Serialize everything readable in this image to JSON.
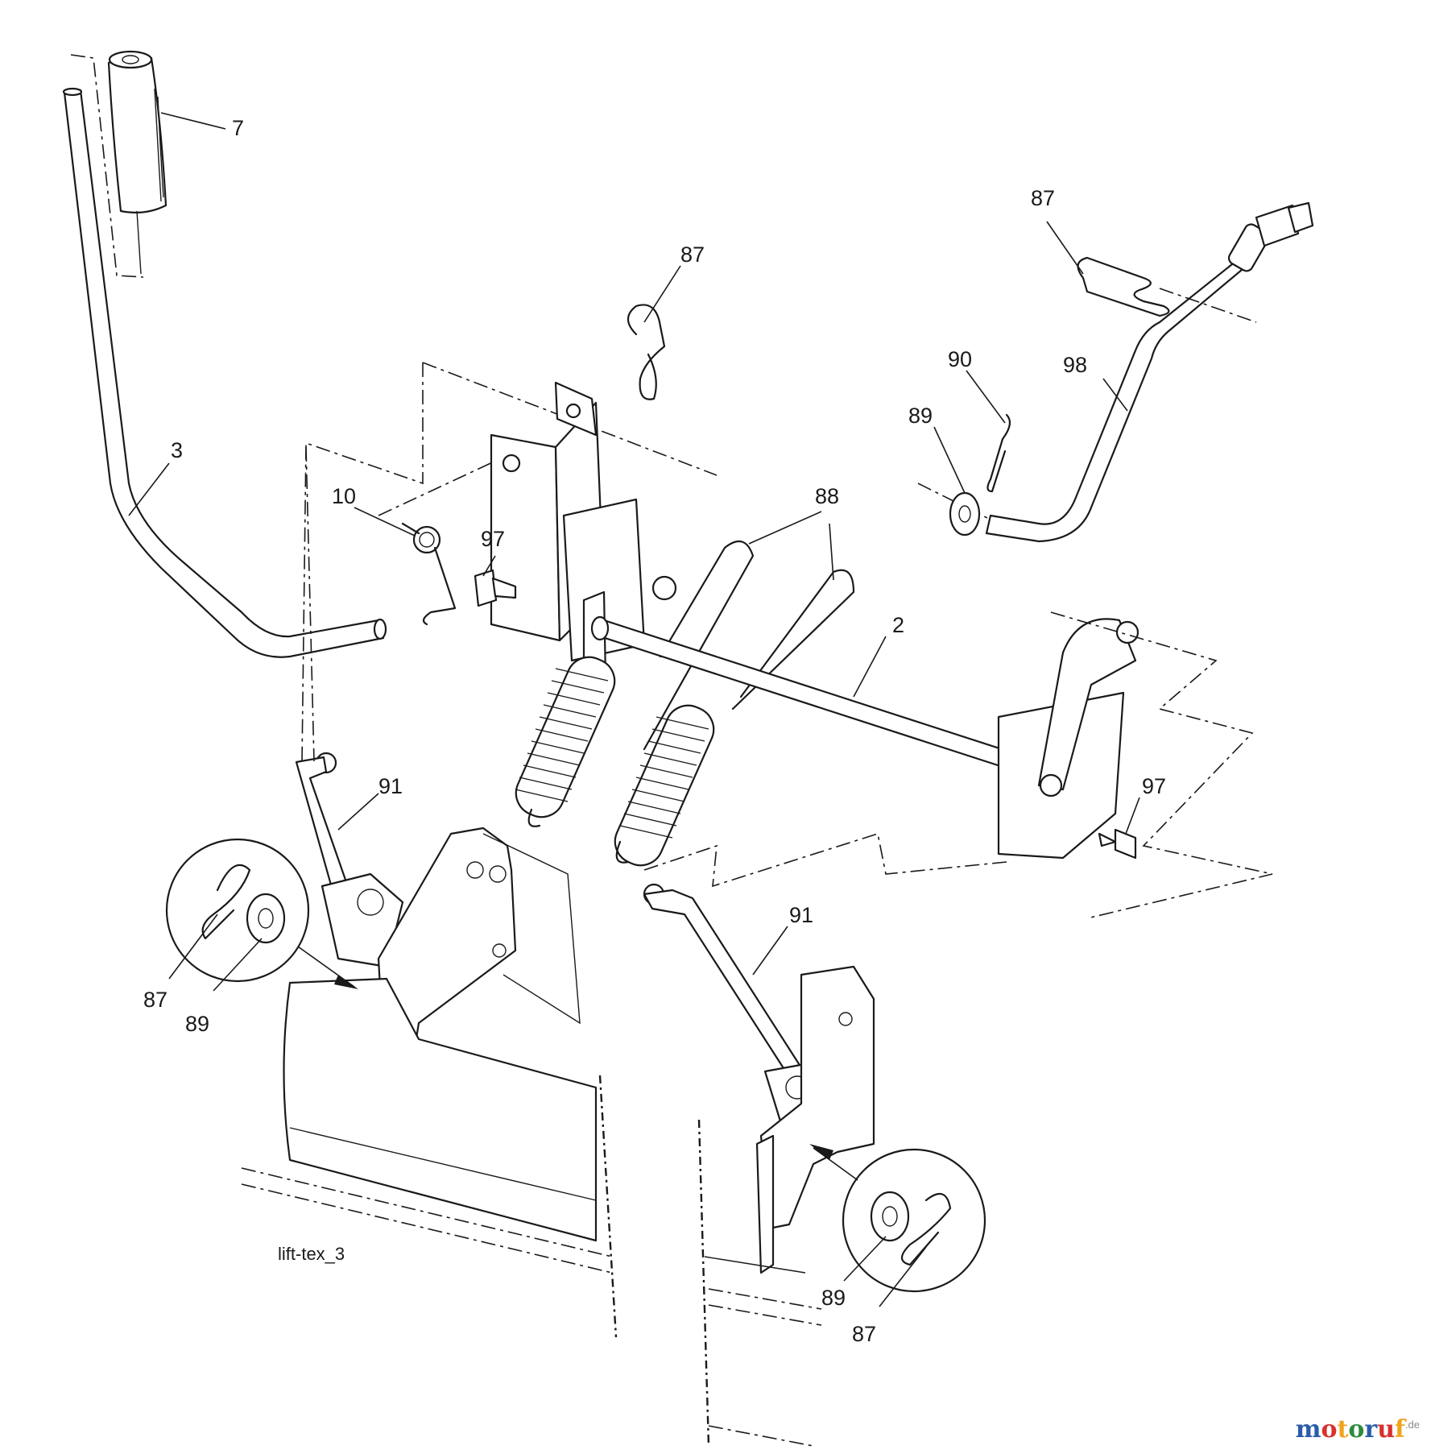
{
  "diagram": {
    "reference_code": "lift-tex_3",
    "callouts": {
      "handle_grip": "7",
      "lift_lever": "3",
      "hairpin_top": "87",
      "hairpin_right": "87",
      "spring_small": "10",
      "bolt_left": "97",
      "bolt_right": "97",
      "extension_springs": "88",
      "cotter_pin": "90",
      "washer_right": "89",
      "adjust_rod": "98",
      "lift_shaft": "2",
      "link_left": "91",
      "link_right": "91",
      "inset_left_pin": "87",
      "inset_left_washer": "89",
      "inset_right_washer": "89",
      "inset_right_pin": "87"
    }
  },
  "watermark": {
    "letters": [
      "m",
      "o",
      "t",
      "o",
      "r",
      "u",
      "f"
    ],
    "letter_colors": [
      "#2a5caa",
      "#d8312e",
      "#f0a41c",
      "#2e8b3d",
      "#2a5caa",
      "#d8312e",
      "#f0a41c"
    ],
    "suffix": ".de"
  }
}
